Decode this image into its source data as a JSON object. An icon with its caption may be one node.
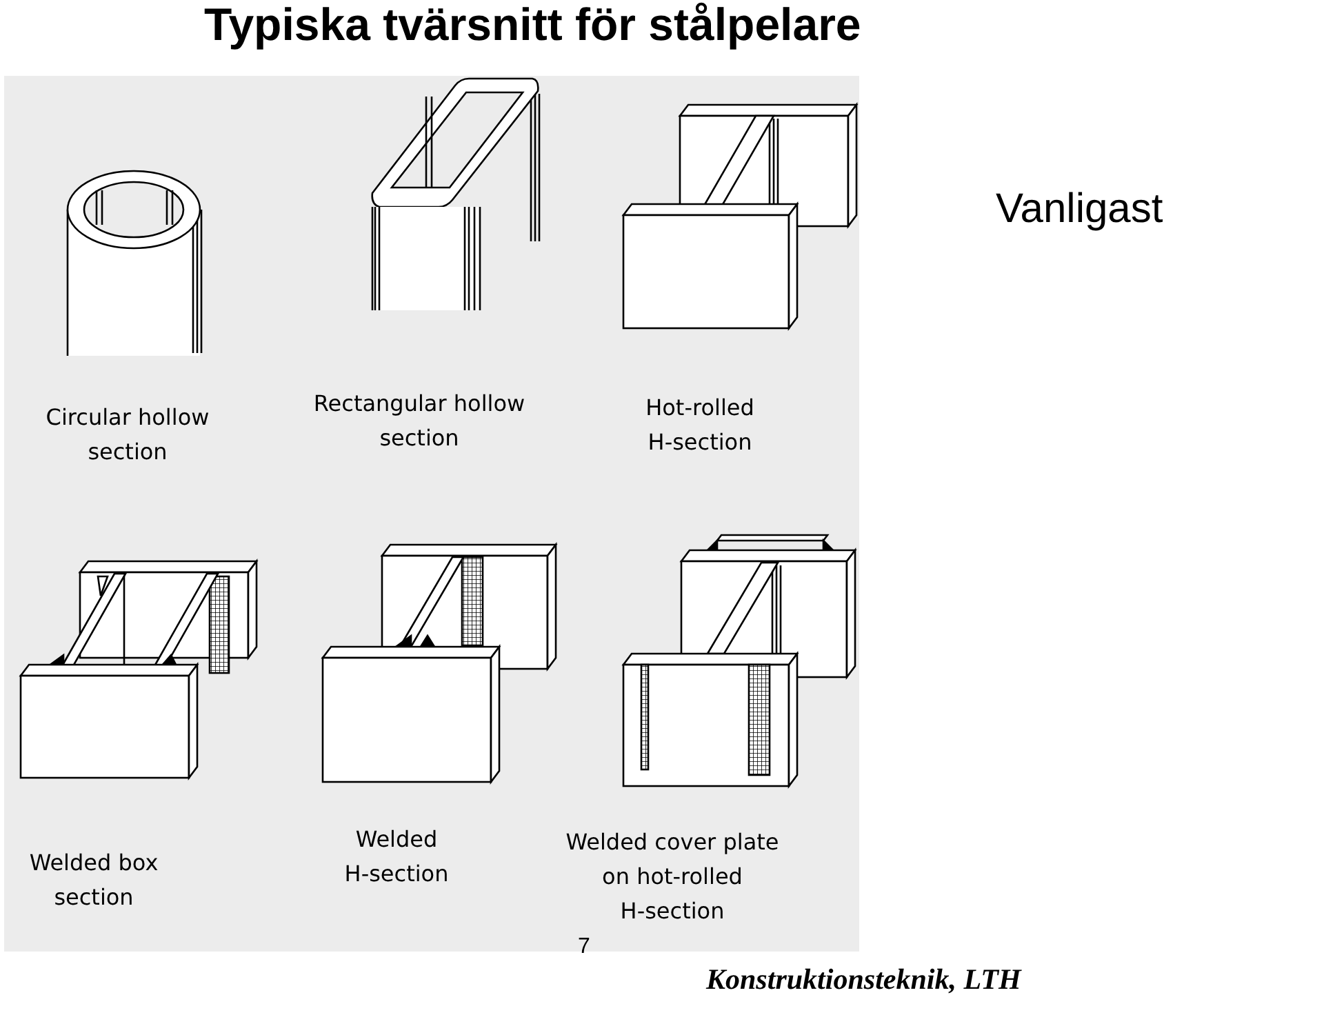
{
  "diagram": {
    "title": "Typiska tvärsnitt för stålpelare",
    "labels": [
      "Vanligast",
      "Circular hollow section",
      "Rectangular hollow section",
      "Hot-rolled H-section",
      "Welded box section",
      "Welded H-section",
      "Welded cover plate on hot-rolled H-section",
      "7",
      "Konstruktionsteknik, LTH"
    ]
  }
}
